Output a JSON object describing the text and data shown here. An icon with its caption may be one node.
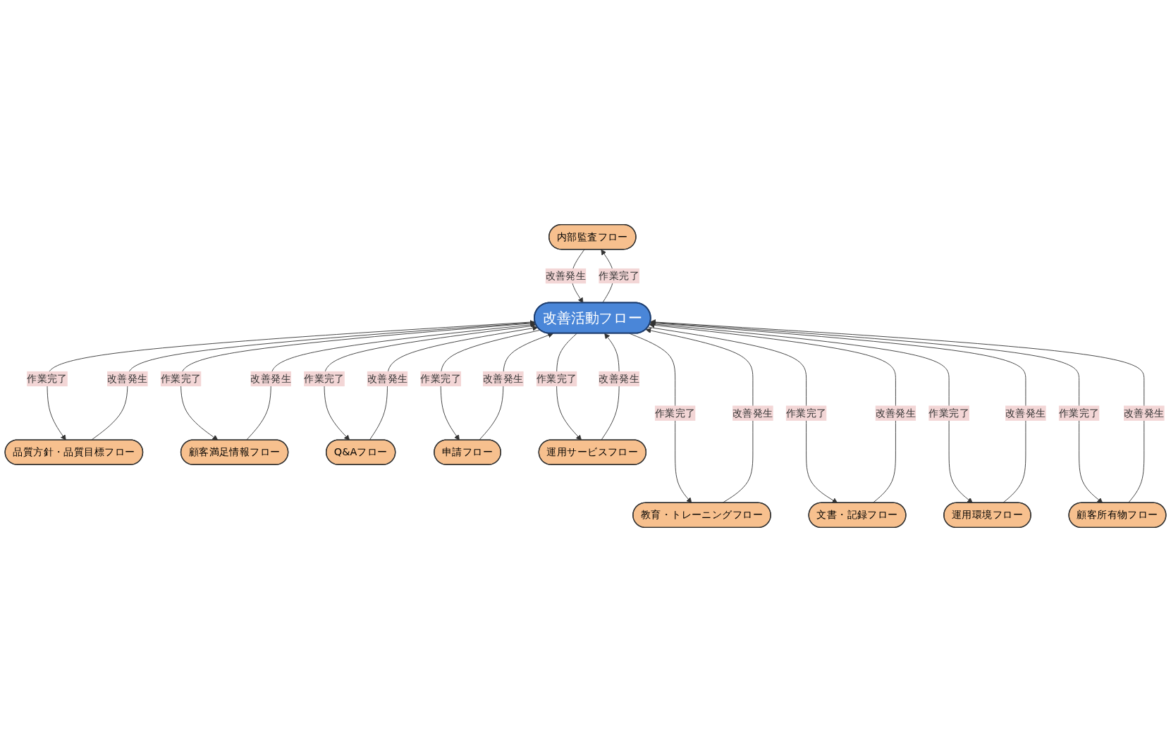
{
  "diagram": {
    "nodes": [
      {
        "text": [
          "内部監査フロー"
        ]
      },
      {
        "text": [
          "品質方針・品質目標フロー"
        ]
      },
      {
        "text": [
          "教育・トレーニングフロー"
        ]
      },
      {
        "text": [
          "顧客満足情報フロー"
        ]
      },
      {
        "text": [
          "文書・記録フロー"
        ]
      },
      {
        "text": [
          "改善活動フロー"
        ]
      },
      {
        "text": [
          "Q&Aフロー"
        ]
      },
      {
        "text": [
          "運用環境フロー"
        ]
      },
      {
        "text": [
          "申請フロー"
        ]
      },
      {
        "text": [
          "顧客所有物フロー"
        ]
      },
      {
        "text": [
          "運用サービスフロー"
        ]
      }
    ],
    "edges": [
      {
        "from": 0,
        "to": 5,
        "arrow": "to",
        "label": "改善発生"
      },
      {
        "from": 5,
        "to": 0,
        "arrow": "to",
        "label": "作業完了"
      },
      {
        "from": 1,
        "to": 5,
        "arrow": "to",
        "label": "改善発生"
      },
      {
        "from": 5,
        "to": 1,
        "arrow": "to",
        "label": "作業完了"
      },
      {
        "from": 2,
        "to": 5,
        "arrow": "to",
        "label": "改善発生"
      },
      {
        "from": 5,
        "to": 2,
        "arrow": "to",
        "label": "作業完了"
      },
      {
        "from": 3,
        "to": 5,
        "arrow": "to",
        "label": "改善発生"
      },
      {
        "from": 5,
        "to": 3,
        "arrow": "to",
        "label": "作業完了"
      },
      {
        "from": 4,
        "to": 5,
        "arrow": "to",
        "label": "改善発生"
      },
      {
        "from": 5,
        "to": 4,
        "arrow": "to",
        "label": "作業完了"
      },
      {
        "from": 6,
        "to": 5,
        "arrow": "to",
        "label": "改善発生"
      },
      {
        "from": 5,
        "to": 6,
        "arrow": "to",
        "label": "作業完了"
      },
      {
        "from": 7,
        "to": 5,
        "arrow": "to",
        "label": "改善発生"
      },
      {
        "from": 5,
        "to": 7,
        "arrow": "to",
        "label": "作業完了"
      },
      {
        "from": 8,
        "to": 5,
        "arrow": "to",
        "label": "改善発生"
      },
      {
        "from": 5,
        "to": 8,
        "arrow": "to",
        "label": "作業完了"
      },
      {
        "from": 9,
        "to": 5,
        "arrow": "to",
        "label": "改善発生"
      },
      {
        "from": 5,
        "to": 9,
        "arrow": "to",
        "label": "作業完了"
      },
      {
        "from": 10,
        "to": 5,
        "arrow": "to",
        "label": "改善発生"
      },
      {
        "from": 5,
        "to": 10,
        "arrow": "to",
        "label": "作業完了"
      }
    ]
  }
}
